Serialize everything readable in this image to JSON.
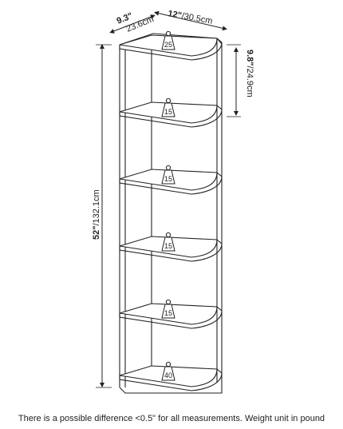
{
  "dimensions": {
    "depth": {
      "in": "9.3\"",
      "cm": "23.6cm"
    },
    "width": {
      "in": "12\"",
      "cm": "30.5cm"
    },
    "shelf_gap": {
      "in": "9.8\"",
      "cm": "24.9cm"
    },
    "height": {
      "in": "52\"",
      "cm": "132.1cm"
    }
  },
  "shelf_weights": [
    "25",
    "15",
    "15",
    "15",
    "15",
    "40"
  ],
  "footnote": "There is a possible difference <0.5\" for all measurements. Weight unit in pound",
  "colors": {
    "line": "#222222",
    "background": "#ffffff"
  }
}
